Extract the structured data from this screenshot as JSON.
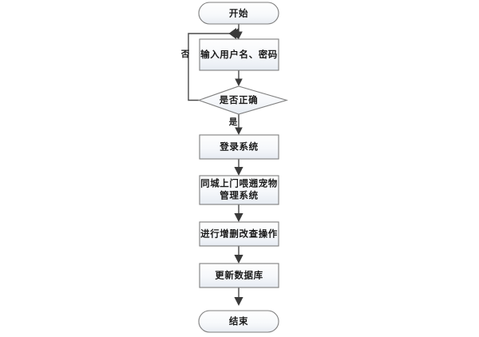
{
  "diagram": {
    "type": "flowchart",
    "title": "",
    "background_color": "#ffffff",
    "shape_fill_start": "#fdfdfe",
    "shape_fill_end": "#e9edf3",
    "shape_border_color": "#7f7f7f",
    "connector_color": "#4a4a4a",
    "text_color": "#1a1a1a",
    "nodes": [
      {
        "id": "start",
        "shape": "terminator",
        "label": "开始"
      },
      {
        "id": "input",
        "shape": "process",
        "label": "输入用户名、密码"
      },
      {
        "id": "decision",
        "shape": "decision",
        "label": "是否正确"
      },
      {
        "id": "login",
        "shape": "process",
        "label": "登录系统"
      },
      {
        "id": "system",
        "shape": "process",
        "label_line1": "同城上门喂遡宠物",
        "label_line2": "管理系统"
      },
      {
        "id": "crud",
        "shape": "process",
        "label": "进行增删改查操作"
      },
      {
        "id": "update",
        "shape": "process",
        "label": "更新数据库"
      },
      {
        "id": "end",
        "shape": "terminator",
        "label": "结束"
      }
    ],
    "edge_labels": {
      "no": "否",
      "yes": "是"
    }
  }
}
